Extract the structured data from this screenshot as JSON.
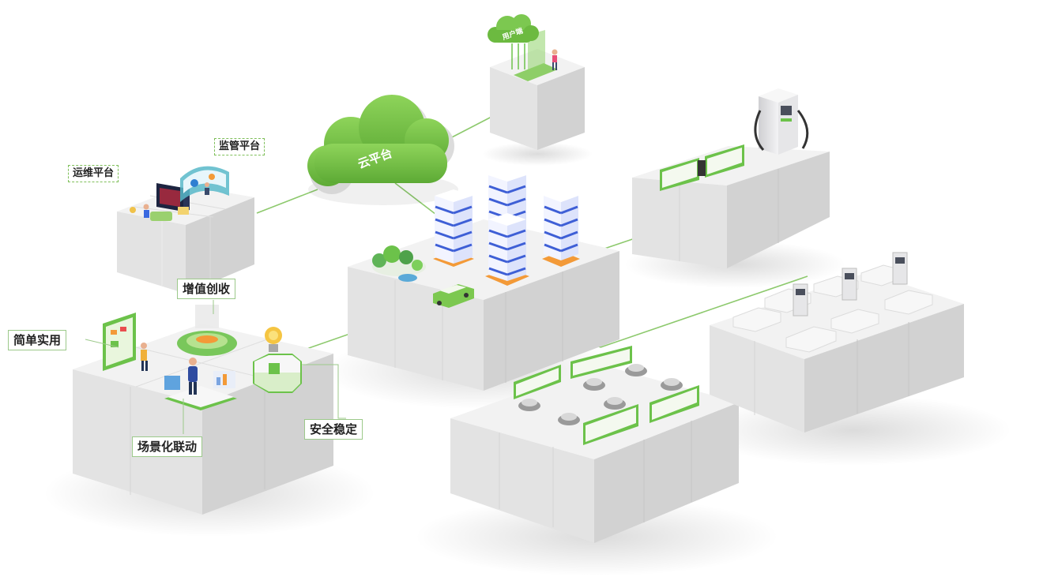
{
  "labels": {
    "cloud_platform": "云平台",
    "user_end": "用户端",
    "ops_platform": "运维平台",
    "supervision_platform": "监管平台",
    "value_added_revenue": "增值创收",
    "simple_practical": "简单实用",
    "scenario_linkage": "场景化联动",
    "safe_stable": "安全稳定"
  },
  "colors": {
    "accent_green": "#6cc24a",
    "cloud_green": "#72bf44",
    "line_green": "#8dc96d",
    "block_top": "#f2f2f2",
    "block_left": "#e3e3e3",
    "block_right": "#d2d2d2",
    "building_blue": "#3e5fd6",
    "building_white": "#f2f4ff",
    "orange": "#f39a38"
  }
}
